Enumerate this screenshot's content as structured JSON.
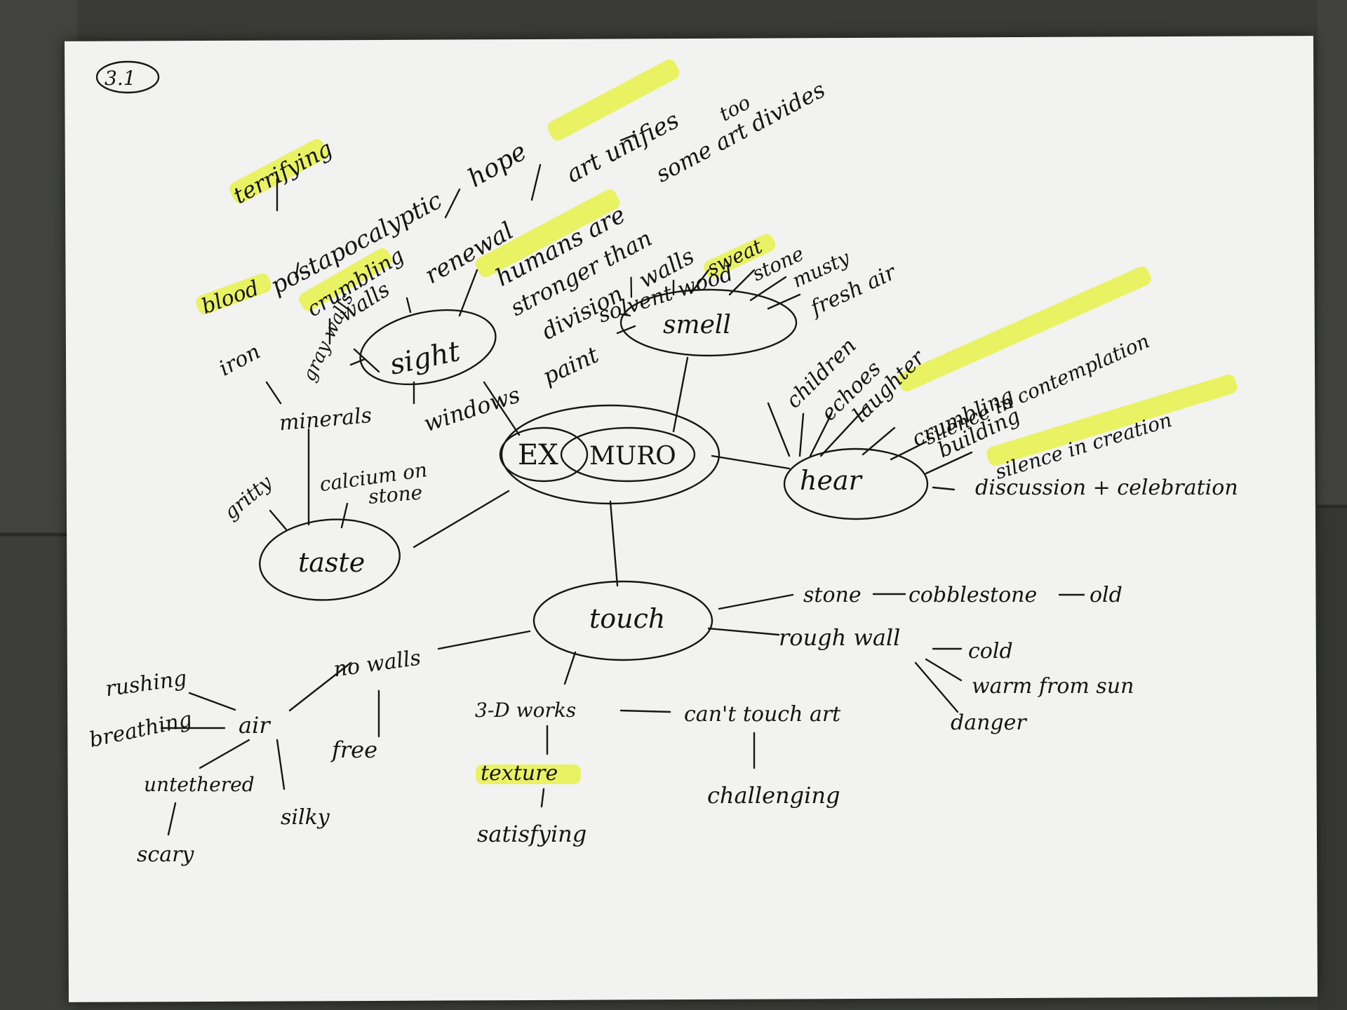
{
  "label": "3.1",
  "center": {
    "word1": "EX",
    "word2": "MURO"
  },
  "senses": {
    "sight": "sight",
    "smell": "smell",
    "hear": "hear",
    "taste": "taste",
    "touch": "touch"
  },
  "sight_branch": {
    "terrifying": "terrifying",
    "postapocalyptic": "postapocalyptic",
    "hope": "hope",
    "art_unifies": "art unifies",
    "some_art_divides": "some art divides",
    "too": "too",
    "renewal": "renewal",
    "humans_are": "humans are",
    "stronger_than": "stronger than",
    "division_walls": "division / walls",
    "blood": "blood",
    "crumbling": "crumbling",
    "walls": "walls",
    "iron": "iron",
    "gray_walls": "gray walls",
    "windows": "windows"
  },
  "smell_branch": {
    "paint": "paint",
    "solvent_wood": "solvent wood",
    "sweat": "sweat",
    "stone": "stone",
    "musty": "musty",
    "fresh_air": "fresh air"
  },
  "hear_branch": {
    "children": "children",
    "echoes": "echoes",
    "laughter": "laughter",
    "silence_contemplation": "silence in contemplation",
    "crumbling": "crumbling",
    "building": "building",
    "silence_creation": "silence in creation",
    "discussion": "discussion + celebration"
  },
  "taste_branch": {
    "minerals": "minerals",
    "gritty": "gritty",
    "calcium_on": "calcium on",
    "stone": "stone"
  },
  "touch_branch": {
    "stone": "stone",
    "cobblestone": "cobblestone",
    "old": "old",
    "rough_wall": "rough wall",
    "cold": "cold",
    "warm_from_sun": "warm from sun",
    "danger": "danger",
    "no_walls": "no walls",
    "air": "air",
    "rushing": "rushing",
    "breathing": "breathing",
    "untethered": "untethered",
    "scary": "scary",
    "silky": "silky",
    "free": "free",
    "works_3d": "3-D works",
    "texture": "texture",
    "satisfying": "satisfying",
    "cant_touch_art": "can't touch art",
    "challenging": "challenging"
  },
  "colors": {
    "highlight": "#e8f24a",
    "ink": "#141414",
    "paper": "#f2f2f0",
    "tile": "#3a3b37"
  }
}
